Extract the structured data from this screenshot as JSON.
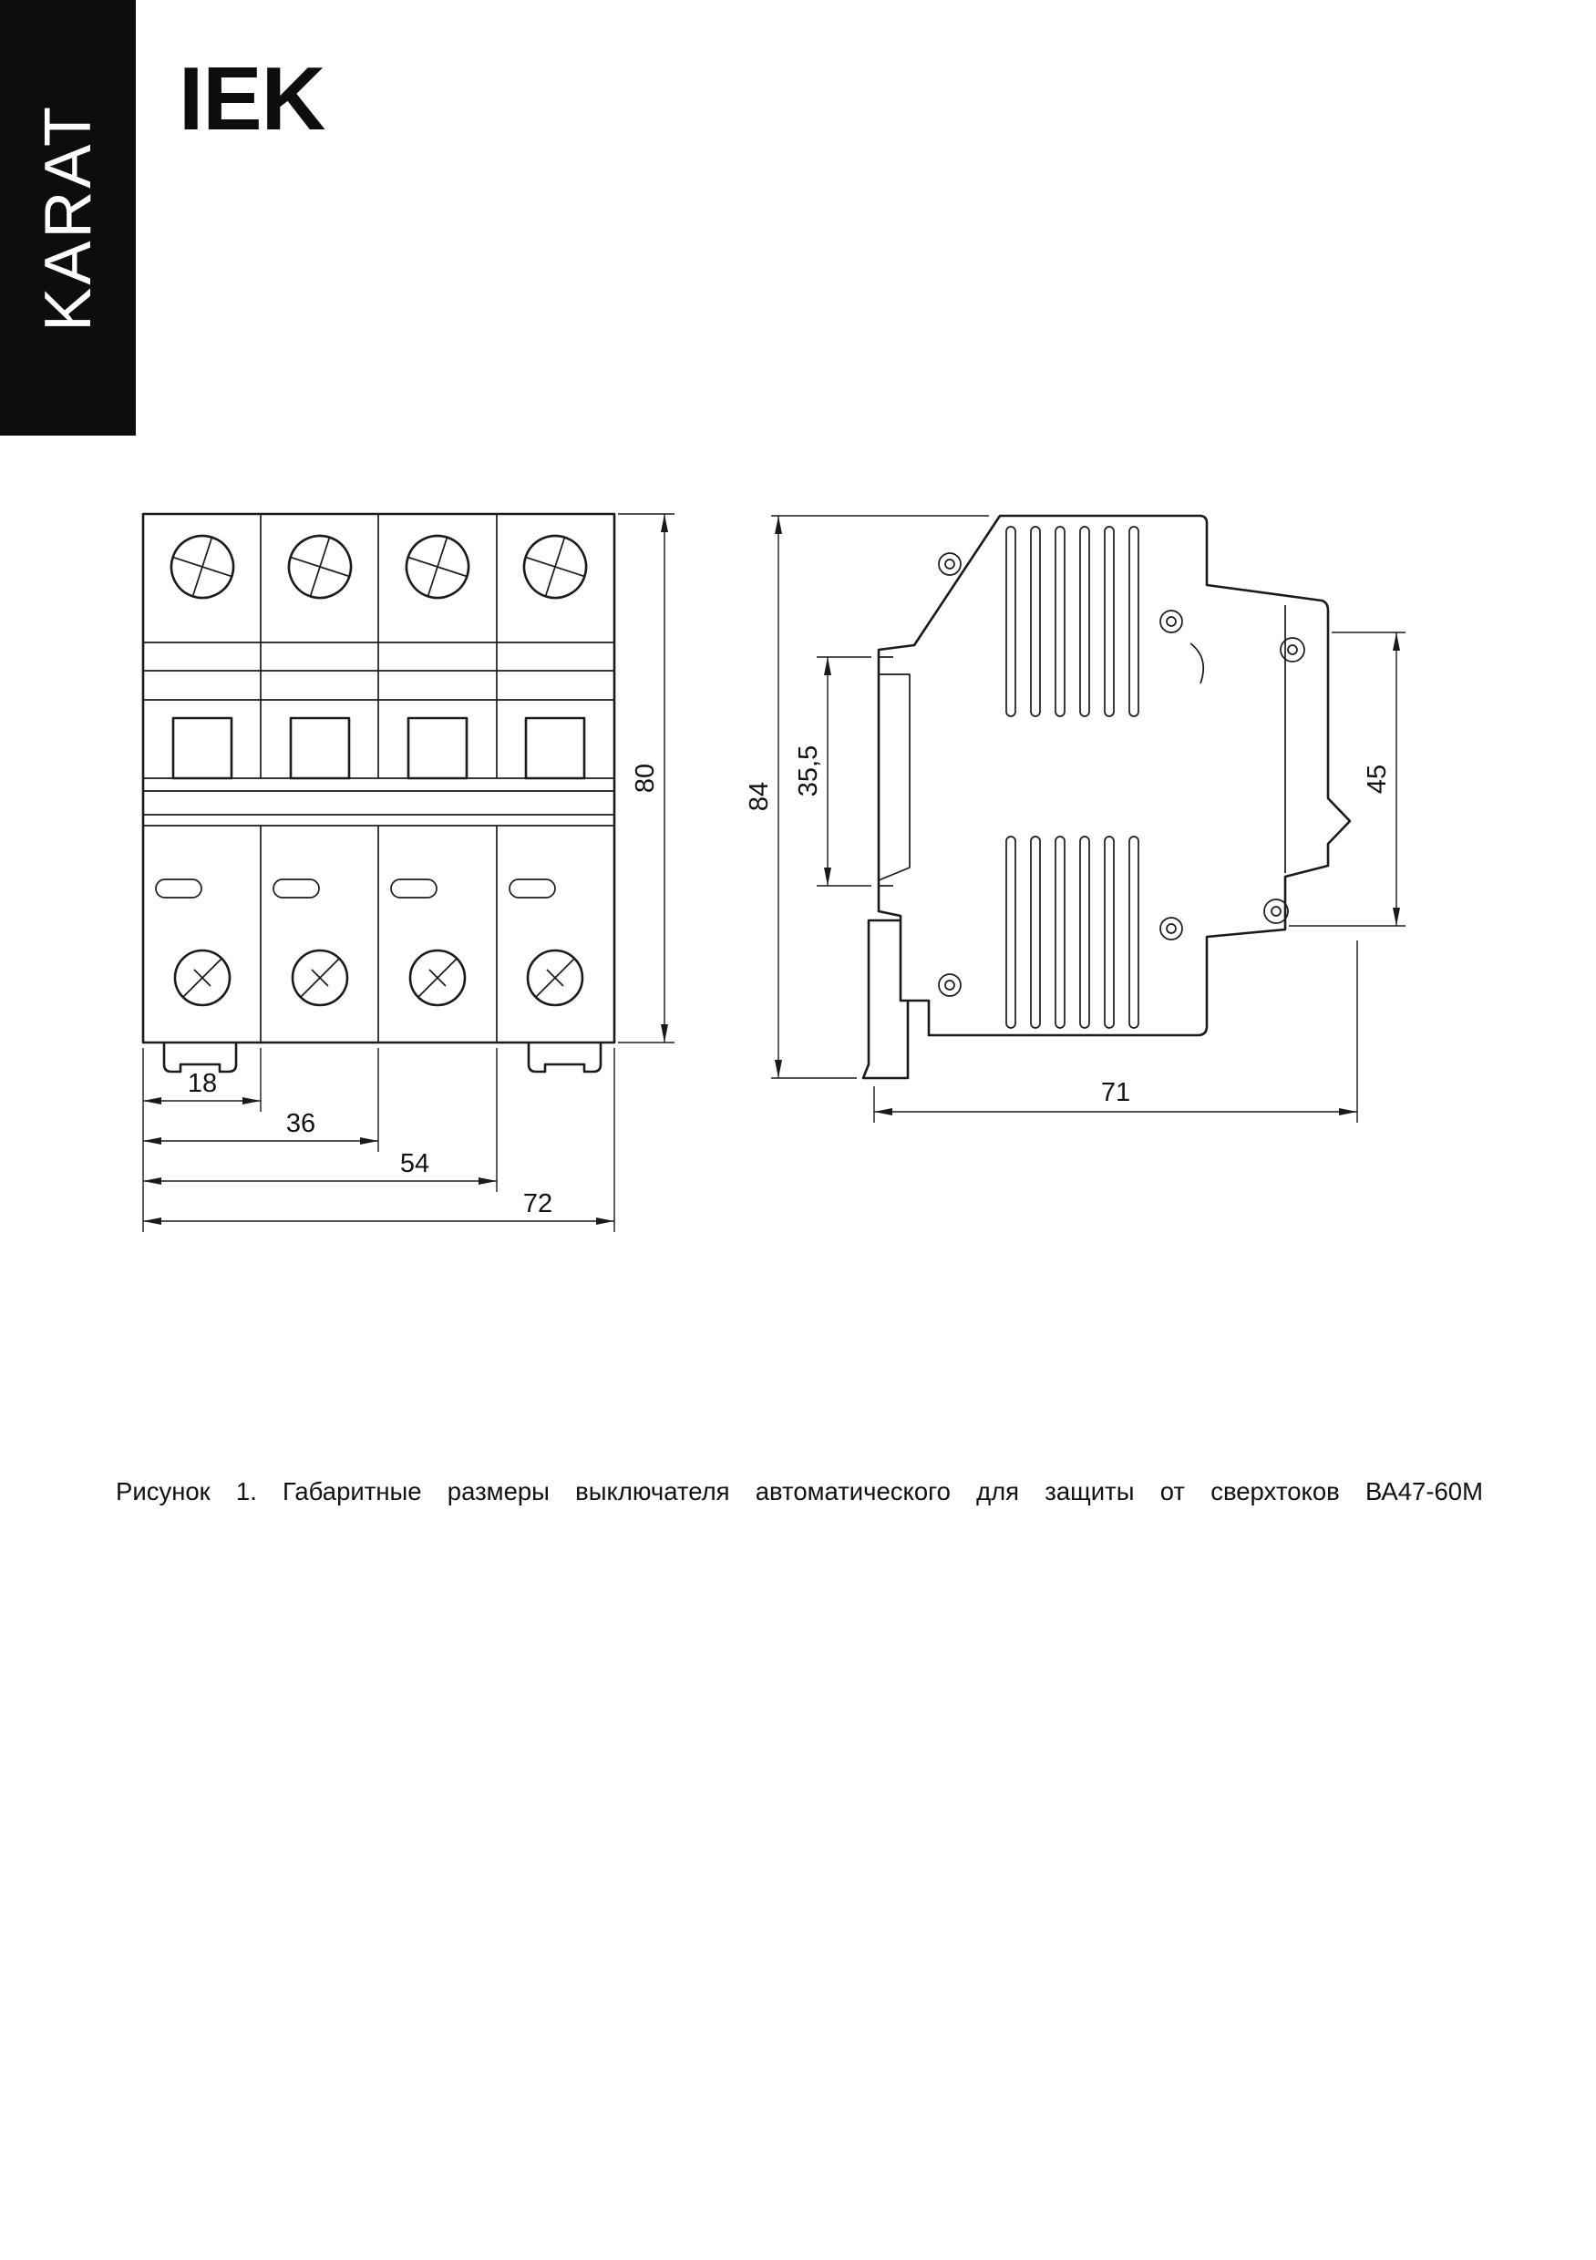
{
  "brand": {
    "karat": "KARAT",
    "logo": "IEK"
  },
  "drawing": {
    "front": {
      "height": "80",
      "w18": "18",
      "w36": "36",
      "w54": "54",
      "w72": "72"
    },
    "side": {
      "height": "84",
      "din": "35,5",
      "face": "45",
      "depth": "71"
    }
  },
  "caption": "Рисунок 1. Габаритные размеры выключателя автоматического для защиты от сверхтоков ВА47-60М"
}
